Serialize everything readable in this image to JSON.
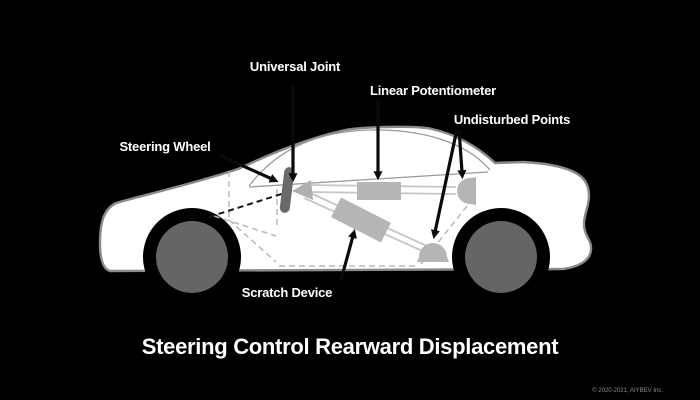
{
  "title": "Steering Control Rearward Displacement",
  "footer": {
    "copyright": "© 2020-2021, AIYBEV Inc."
  },
  "labels": {
    "universal_joint": "Universal Joint",
    "linear_potentiometer": "Linear Potentiometer",
    "undisturbed_points": "Undisturbed Points",
    "steering_wheel": "Steering Wheel",
    "scratch_device": "Scratch Device"
  },
  "colors": {
    "background": "#000000",
    "car_body": "#ffffff",
    "car_outline": "#8a8a8a",
    "wheel": "#656565",
    "device": "#b5b5b5",
    "universal_joint": "#b0b0b0",
    "steering_wheel": "#6a6a6a",
    "label_text": "#ffffff",
    "arrow": "#0a0a0a"
  },
  "diagram": {
    "type": "annotated-illustration",
    "subject": "Side view of a sedan showing steering-control rearward-displacement test instrumentation",
    "annotations": [
      {
        "label": "Steering Wheel",
        "points_to": "dark tilted wheel bar in cabin"
      },
      {
        "label": "Universal Joint",
        "points_to": "joint at steering wheel hub"
      },
      {
        "label": "Linear Potentiometer",
        "points_to": "rectangular sensor on upper rod"
      },
      {
        "label": "Undisturbed Points",
        "points_to": "two dome anchors at rear pillar and floor"
      },
      {
        "label": "Scratch Device",
        "points_to": "tilted rectangular device on lower rod"
      }
    ]
  }
}
